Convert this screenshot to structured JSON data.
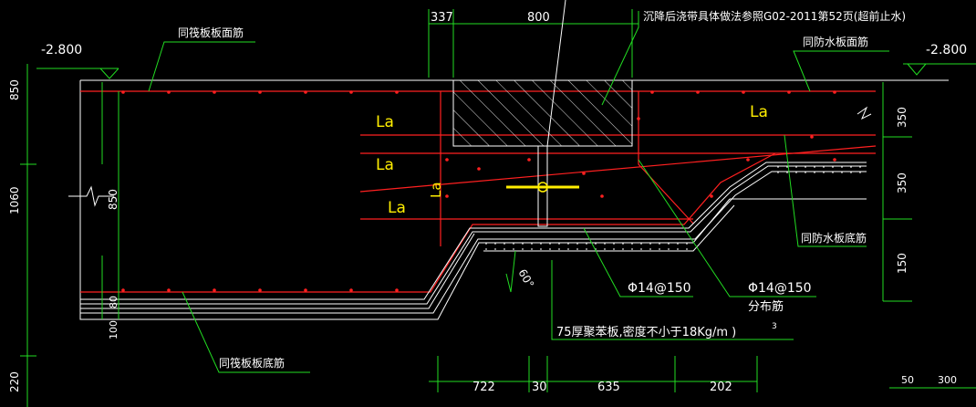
{
  "elevations": {
    "left": "-2.800",
    "right": "-2.800"
  },
  "top_dims": {
    "d1": "337",
    "d2": "800"
  },
  "note_top": "沉降后浇带具体做法参照G02-2011第52页(超前止水)",
  "labels": {
    "left_top_rebar": "同筏板板面筋",
    "right_top_rebar": "同防水板面筋",
    "right_bottom_rebar": "同防水板底筋",
    "left_bottom_rebar": "同筏板板底筋",
    "la1": "La",
    "la2": "La",
    "la3": "La",
    "la_right": "La",
    "la_vert": "La",
    "rebar1": "Φ14@150",
    "rebar2": "Φ14@150",
    "distribution": "分布筋",
    "foam": "75厚聚苯板,密度不小于18Kg/m )",
    "foam_sup": "3",
    "angle": "60°"
  },
  "left_dims": {
    "a": "850",
    "b": "1060",
    "c": "220"
  },
  "inner_dims": {
    "a": "850",
    "b": "80",
    "c": "100"
  },
  "right_dims": {
    "a": "350",
    "b": "350",
    "c": "150"
  },
  "bottom_dims": {
    "a": "722",
    "b": "30",
    "c": "635",
    "d": "202",
    "e": "50",
    "f": "300"
  }
}
